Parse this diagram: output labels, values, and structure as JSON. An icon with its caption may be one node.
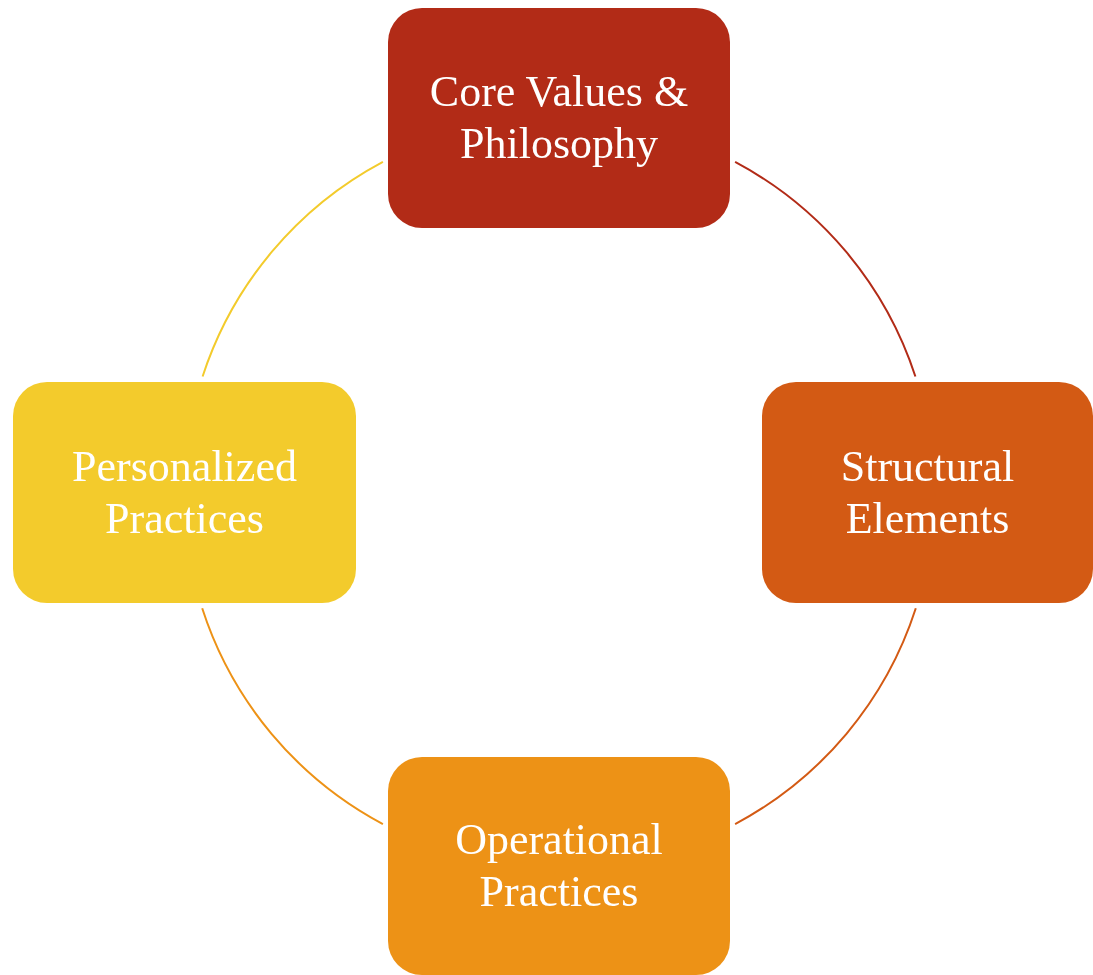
{
  "diagram": {
    "nodes": [
      {
        "text": [
          "Core Values & Philosophy"
        ]
      },
      {
        "text": [
          "Structural Elements"
        ]
      },
      {
        "text": [
          "Operational Practices"
        ]
      },
      {
        "text": [
          "Personalized Practices"
        ]
      }
    ],
    "edges": [
      {
        "from": 0,
        "to": 1,
        "arrow": "none",
        "color": "#b22b17"
      },
      {
        "from": 1,
        "to": 2,
        "arrow": "none",
        "color": "#d35a14"
      },
      {
        "from": 2,
        "to": 3,
        "arrow": "none",
        "color": "#ed9216"
      },
      {
        "from": 3,
        "to": 0,
        "arrow": "none",
        "color": "#f3cb2c"
      }
    ]
  }
}
